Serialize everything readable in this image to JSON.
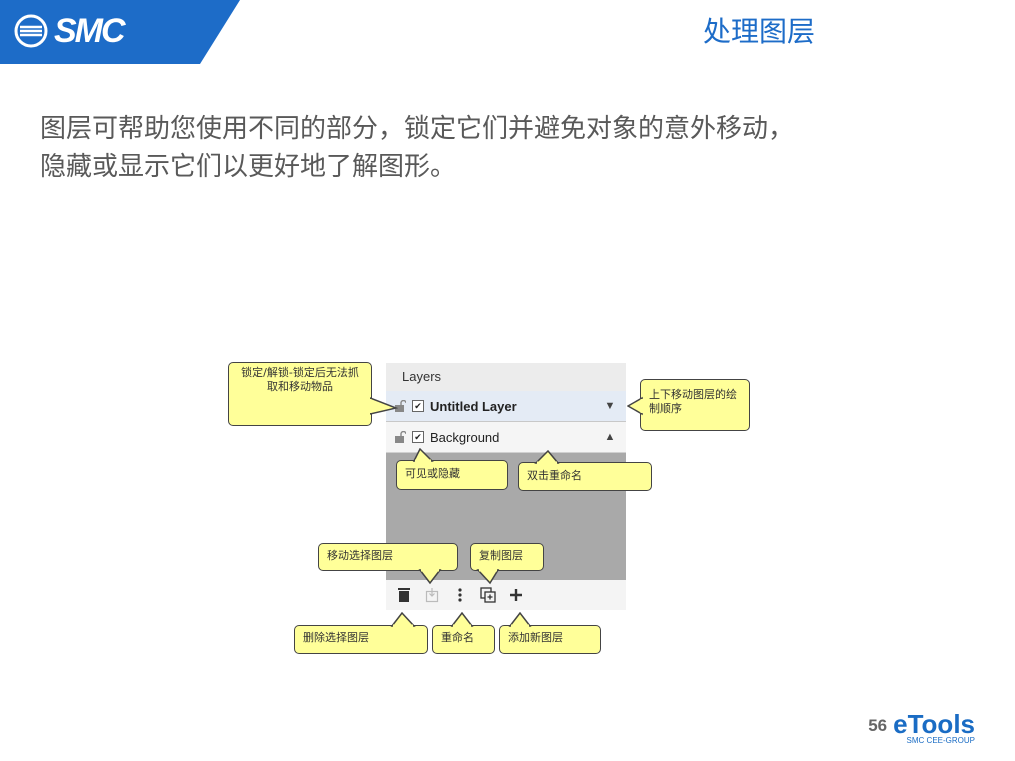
{
  "brand": {
    "logo_text": "SMC",
    "color": "#1d6cc8"
  },
  "page_title": "处理图层",
  "intro": {
    "line1": "图层可帮助您使用不同的部分，锁定它们并避免对象的意外移动，",
    "line2": "隐藏或显示它们以更好地了解图形。"
  },
  "layers_panel": {
    "header": "Layers",
    "layers": [
      {
        "name": "Untitled Layer",
        "arrow": "▼",
        "active": true
      },
      {
        "name": "Background",
        "arrow": "▲",
        "active": false
      }
    ]
  },
  "callouts": {
    "lock": "锁定/解锁-锁定后无法抓取和移动物品",
    "order": "上下移动图层的绘制顺序",
    "visible": "可见或隐藏",
    "rename_dbl": "双击重命名",
    "move_selection": "移动选择图层",
    "duplicate": "复制图层",
    "delete_selection": "删除选择图层",
    "rename": "重命名",
    "add_layer": "添加新图层"
  },
  "footer": {
    "page_number": "56",
    "product": "eTools",
    "group": "SMC CEE-GROUP"
  },
  "icons": [
    "lock-icon",
    "checkbox-icon",
    "trash-icon",
    "move-to-layer-icon",
    "more-vertical-icon",
    "duplicate-icon",
    "plus-icon"
  ]
}
